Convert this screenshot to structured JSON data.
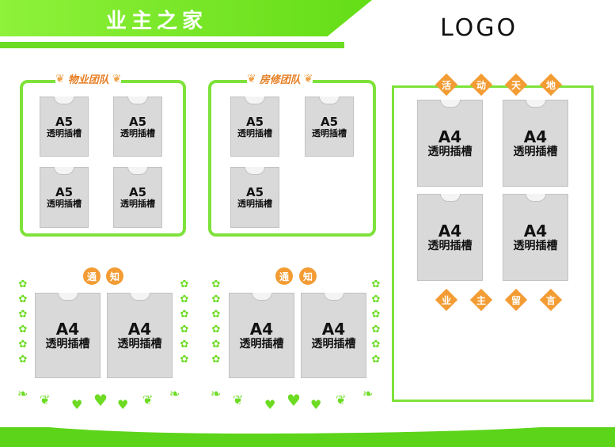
{
  "header": {
    "title": "业主之家",
    "logo": "LOGO"
  },
  "team_panels": [
    {
      "title": "物业团队",
      "slots": [
        {
          "size": "A5",
          "label": "透明插槽"
        },
        {
          "size": "A5",
          "label": "透明插槽"
        },
        {
          "size": "A5",
          "label": "透明插槽"
        },
        {
          "size": "A5",
          "label": "透明插槽"
        }
      ]
    },
    {
      "title": "房修团队",
      "slots": [
        {
          "size": "A5",
          "label": "透明插槽"
        },
        {
          "size": "A5",
          "label": "透明插槽"
        },
        {
          "size": "A5",
          "label": "透明插槽"
        }
      ]
    }
  ],
  "notice_panels": [
    {
      "title_chars": [
        "通",
        "知"
      ],
      "slots": [
        {
          "size": "A4",
          "label": "透明插槽"
        },
        {
          "size": "A4",
          "label": "透明插槽"
        }
      ]
    },
    {
      "title_chars": [
        "通",
        "知"
      ],
      "slots": [
        {
          "size": "A4",
          "label": "透明插槽"
        },
        {
          "size": "A4",
          "label": "透明插槽"
        }
      ]
    }
  ],
  "activity_panel": {
    "top_chars": [
      "活",
      "动",
      "天",
      "地"
    ],
    "bottom_chars": [
      "业",
      "主",
      "留",
      "言"
    ],
    "slots": [
      {
        "size": "A4",
        "label": "透明插槽"
      },
      {
        "size": "A4",
        "label": "透明插槽"
      },
      {
        "size": "A4",
        "label": "透明插槽"
      },
      {
        "size": "A4",
        "label": "透明插槽"
      }
    ]
  },
  "colors": {
    "green": "#7ee23a",
    "orange": "#f39c34",
    "slot_gray": "#d9d9d9"
  }
}
